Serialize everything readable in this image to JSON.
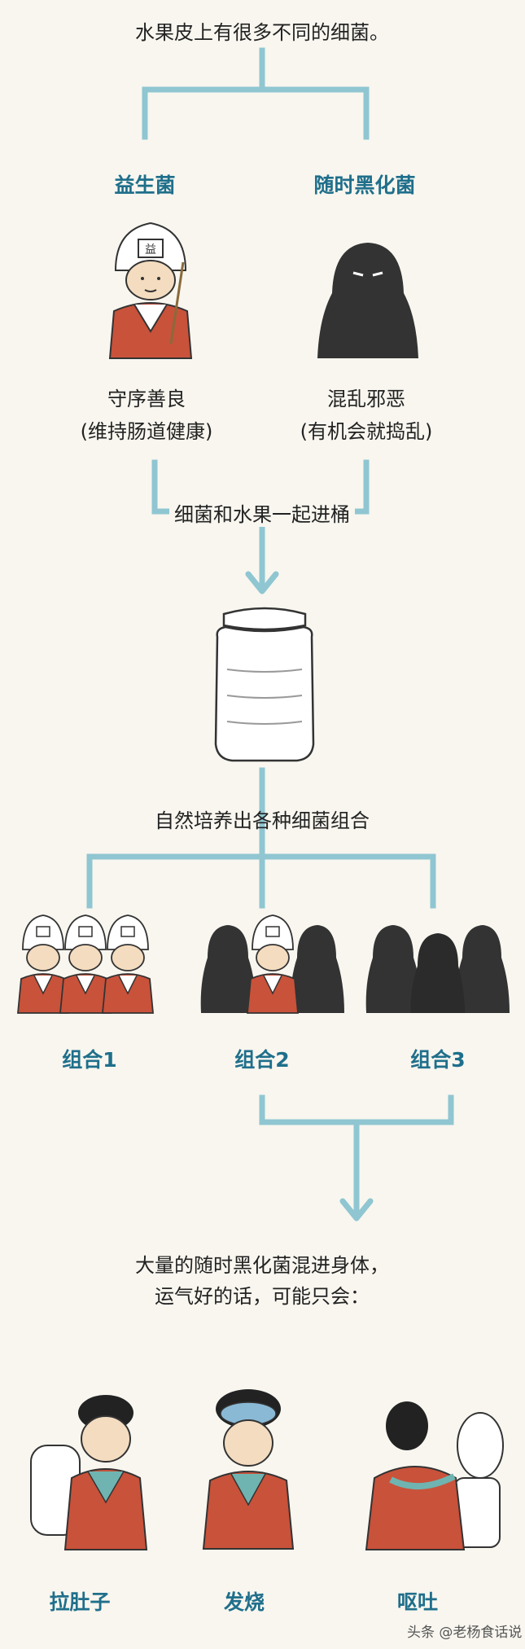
{
  "header": {
    "text": "水果皮上有很多不同的细菌。"
  },
  "branches": {
    "left": {
      "title": "益生菌",
      "desc1": "守序善良",
      "desc2": "(维持肠道健康)"
    },
    "right": {
      "title": "随时黑化菌",
      "desc1": "混乱邪恶",
      "desc2": "(有机会就捣乱)"
    }
  },
  "step1": {
    "text": "细菌和水果一起进桶"
  },
  "step2": {
    "text": "自然培养出各种细菌组合"
  },
  "combos": [
    {
      "label": "组合1"
    },
    {
      "label": "组合2"
    },
    {
      "label": "组合3"
    }
  ],
  "result": {
    "line1": "大量的随时黑化菌混进身体，",
    "line2": "运气好的话，可能只会："
  },
  "symptoms": [
    {
      "label": "拉肚子"
    },
    {
      "label": "发烧"
    },
    {
      "label": "呕吐"
    }
  ],
  "watermark": {
    "text": "头条 @老杨食话说"
  },
  "colors": {
    "line": "#8fc6d1",
    "accent": "#1f6f8b",
    "good_robe": "#c9523a",
    "dark_bacteria": "#333333",
    "background": "#f8f6ef"
  }
}
